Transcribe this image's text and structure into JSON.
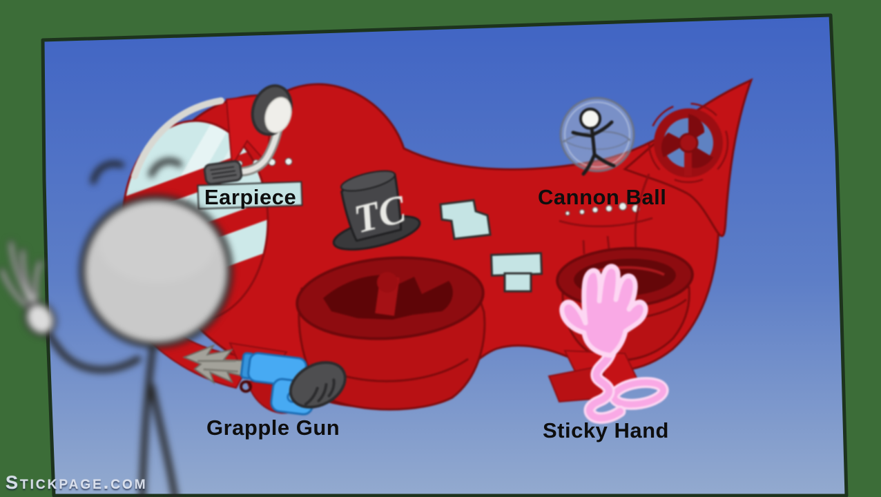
{
  "watermark": "Stickpage.com",
  "hat_logo": "TC",
  "items": [
    {
      "id": "earpiece",
      "label": "Earpiece"
    },
    {
      "id": "cannon-ball",
      "label": "Cannon Ball"
    },
    {
      "id": "grapple-gun",
      "label": "Grapple Gun"
    },
    {
      "id": "sticky-hand",
      "label": "Sticky Hand"
    }
  ],
  "colors": {
    "border_green": "#3c6d38",
    "sky_top": "#4064c4",
    "sky_bottom": "#93aacf",
    "airship_red": "#c41216",
    "airship_dark_red": "#8e0c10",
    "window_glass": "#cde9e9",
    "grapple_gun_blue": "#47aaf3",
    "sticky_hand_pink": "#f9a9e5",
    "label_text": "#0e0e0e"
  }
}
